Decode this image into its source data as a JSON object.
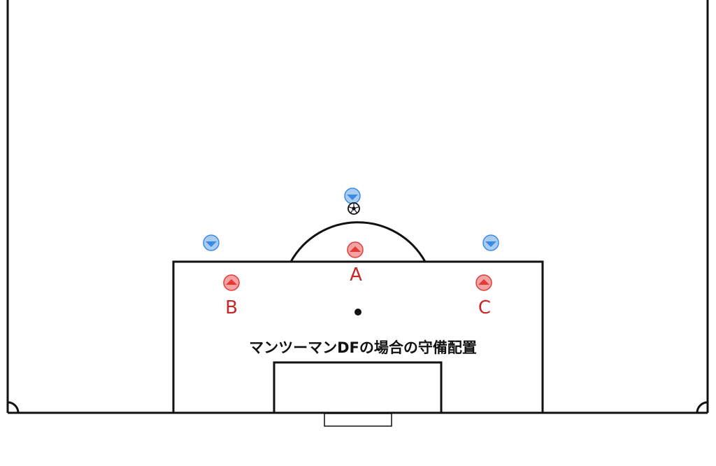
{
  "caption": "マンツーマンDFの場合の守備配置",
  "labels": {
    "a": "A",
    "b": "B",
    "c": "C"
  },
  "colors": {
    "line": "#111111",
    "defender": "#e53935",
    "defender_light": "#f3a3a3",
    "attacker": "#3b8ae6",
    "attacker_light": "#a9ccf3",
    "label": "#c62828"
  },
  "icons": {
    "defender": "up-triangle-marker-icon",
    "attacker": "down-triangle-marker-icon",
    "ball": "soccer-ball-icon"
  }
}
